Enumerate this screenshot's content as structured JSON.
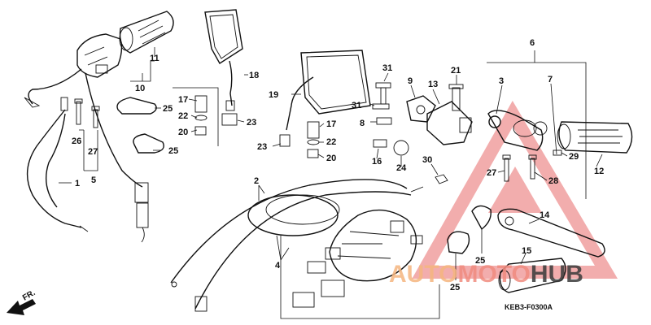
{
  "diagram": {
    "code": "KEB3-F0300A",
    "direction_label": "FR.",
    "watermark": {
      "parts": [
        "AUTO",
        "MOTO",
        "HUB"
      ],
      "colors": [
        "#f5b680",
        "#f08c80",
        "#3a3a3a"
      ]
    },
    "callouts": {
      "n1": "1",
      "n2": "2",
      "n3": "3",
      "n4": "4",
      "n5": "5",
      "n7": "7",
      "n8": "8",
      "n9": "9",
      "n10": "10",
      "n11": "11",
      "n12": "12",
      "n13": "13",
      "n14": "14",
      "n15": "15",
      "n16": "16",
      "n17a": "17",
      "n17b": "17",
      "n18": "18",
      "n19": "19",
      "n20a": "20",
      "n20b": "20",
      "n21": "21",
      "n22a": "22",
      "n22b": "22",
      "n23a": "23",
      "n23b": "23",
      "n24": "24",
      "n25a": "25",
      "n25b": "25",
      "n25c": "25",
      "n25d": "25",
      "n26": "26",
      "n27a": "27",
      "n27b": "27",
      "n28": "28",
      "n29": "29",
      "n30": "30",
      "n31a": "31",
      "n31b": "31",
      "n6": "6"
    }
  }
}
